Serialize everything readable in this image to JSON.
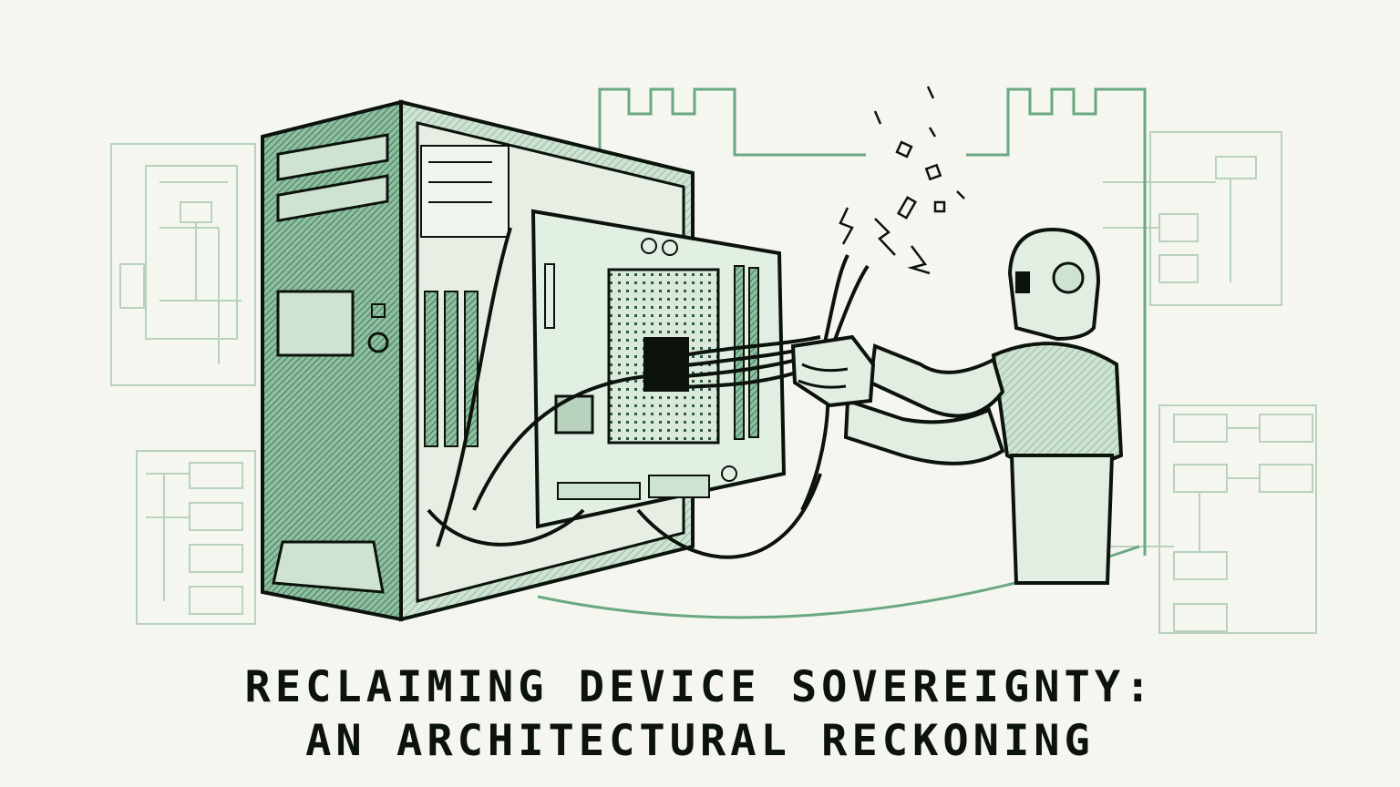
{
  "headline": {
    "line1": "RECLAIMING DEVICE SOVEREIGNTY:",
    "line2": "AN ARCHITECTURAL RECKONING"
  },
  "palette": {
    "background": "#f4f6ef",
    "green": "#6aa882",
    "green_light": "#b8d2bd",
    "ink": "#0c120c"
  },
  "illustration": {
    "subjects": [
      "computer-tower",
      "motherboard",
      "cable-bundle",
      "robot",
      "castle-wall",
      "circuit-schematics",
      "sparks"
    ]
  }
}
